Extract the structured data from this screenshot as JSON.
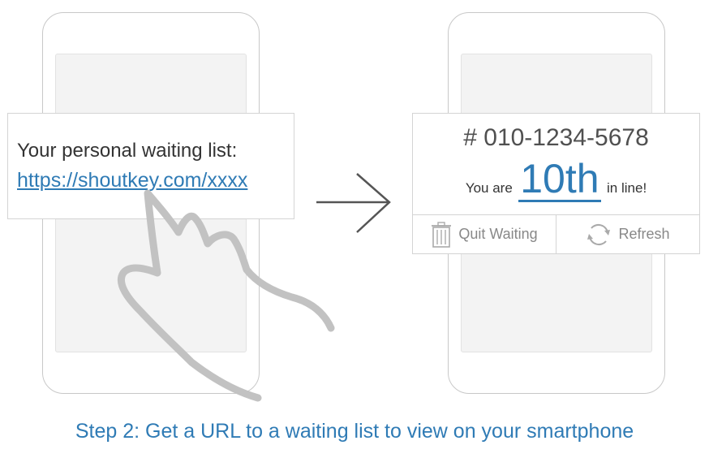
{
  "left_panel": {
    "heading": "Your personal waiting list:",
    "url": "https://shoutkey.com/xxxx"
  },
  "right_panel": {
    "phone_number": "# 010-1234-5678",
    "position_prefix": "You are",
    "position_value": "10th",
    "position_suffix": "in line!",
    "quit_label": "Quit Waiting",
    "refresh_label": "Refresh"
  },
  "caption": "Step 2: Get a URL to a waiting list to view on your smartphone",
  "icons": {
    "hand": "hand-pointer-icon",
    "arrow": "arrow-right-icon",
    "quit": "trash-icon",
    "refresh": "refresh-icon"
  },
  "colors": {
    "accent": "#2f7bb5",
    "frame": "#c8c8c8",
    "screen": "#f3f3f3",
    "hand": "#c2c2c2"
  }
}
